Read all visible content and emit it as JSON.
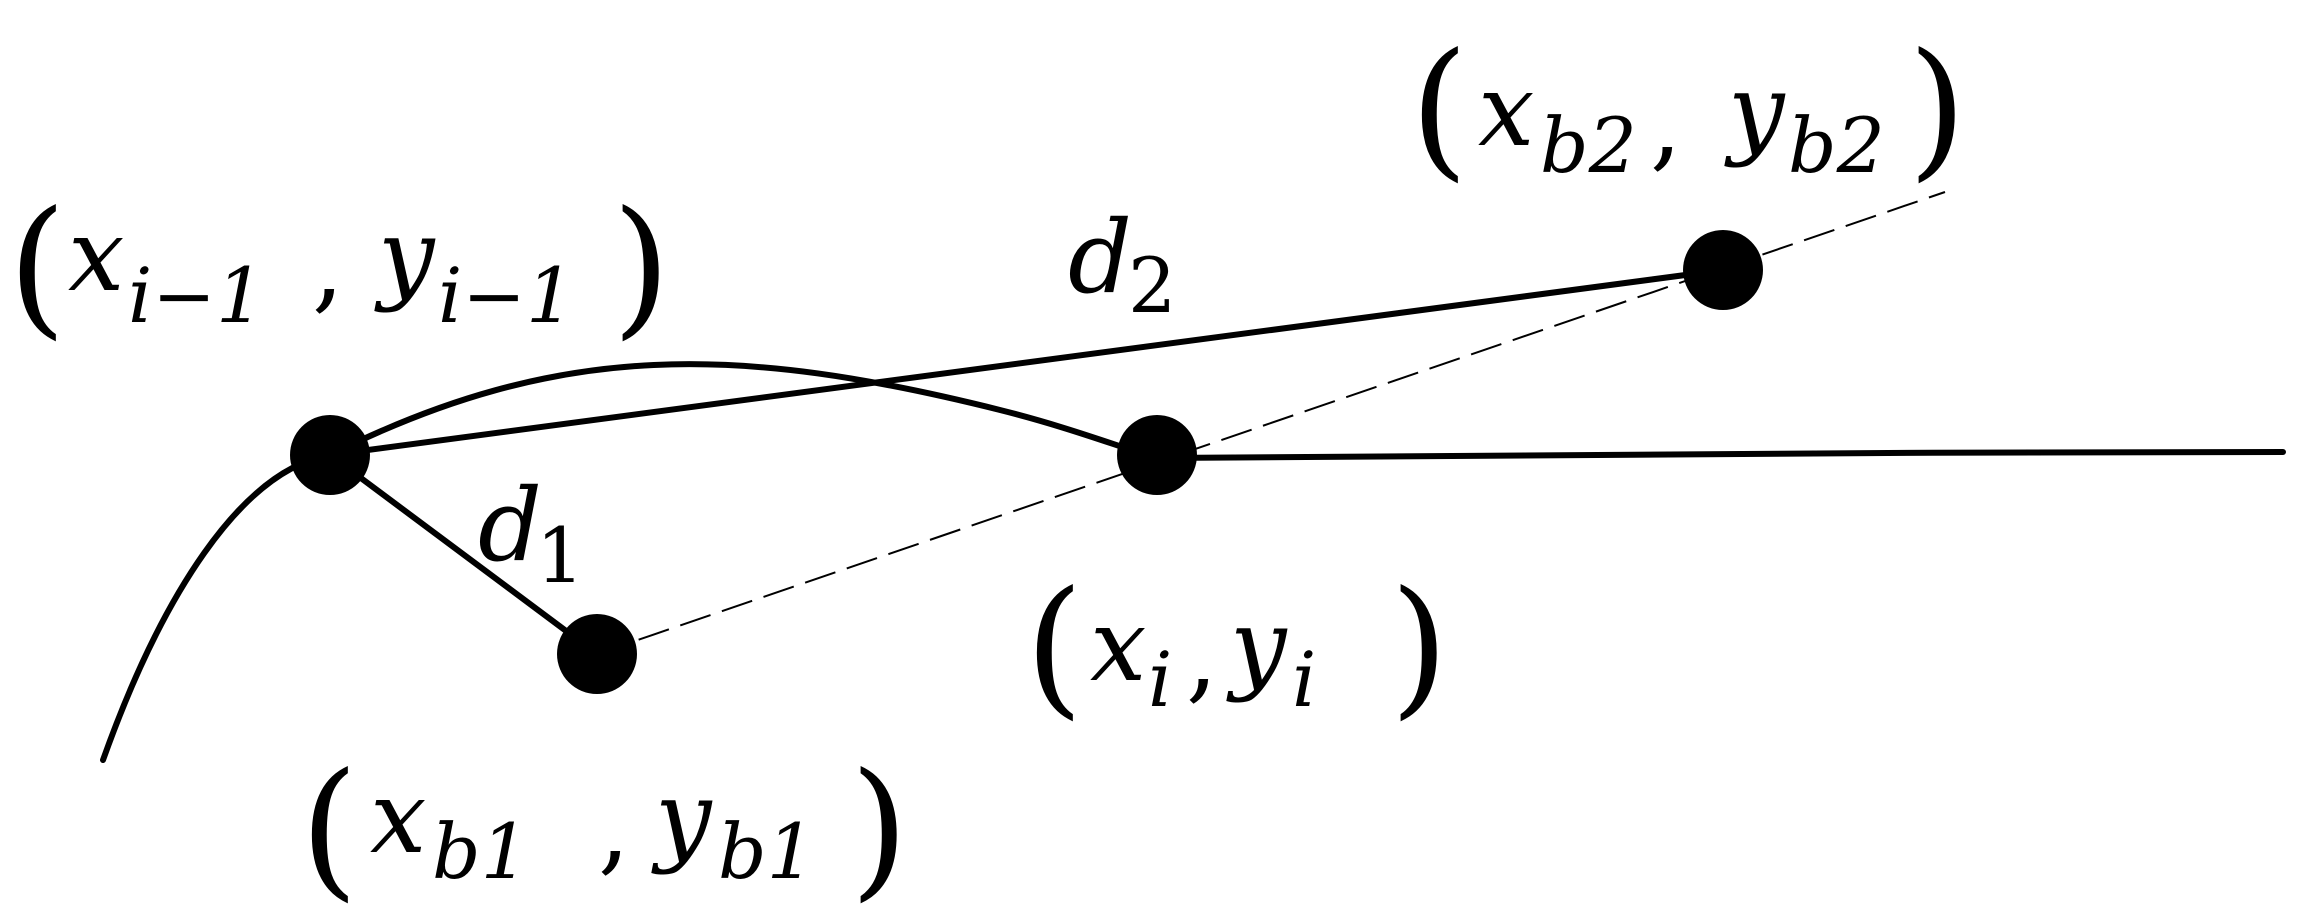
{
  "labels": {
    "p_prev": {
      "open": "(",
      "x": "x",
      "x_sub": "i−1",
      "comma": ",",
      "y": "y",
      "y_sub": "i−1",
      "close": ")"
    },
    "p_i": {
      "open": "(",
      "x": "x",
      "x_sub": "i",
      "comma": ",",
      "y": "y",
      "y_sub": "i",
      "close": ")"
    },
    "p_b1": {
      "open": "(",
      "x": "x",
      "x_sub": "b1",
      "comma": ",",
      "y": "y",
      "y_sub": "b1",
      "close": ")"
    },
    "p_b2": {
      "open": "(",
      "x": "x",
      "x_sub": "b2",
      "comma": ",",
      "y": "y",
      "y_sub": "b2",
      "close": ")"
    },
    "d1": {
      "d": "d",
      "sub": "1"
    },
    "d2": {
      "d": "d",
      "sub": "2"
    }
  }
}
